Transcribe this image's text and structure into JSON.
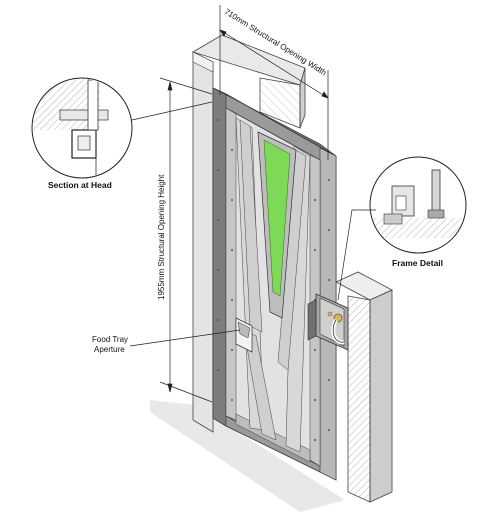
{
  "labels": {
    "width_dim": "710mm Structural Opening Width",
    "height_dim": "1955mm Structural Opening Height",
    "section_head": "Section at Head",
    "frame_detail": "Frame Detail",
    "food_tray_line1": "Food Tray",
    "food_tray_line2": "Aperture"
  },
  "colors": {
    "accent_green": "#7ed957",
    "wall_gray": "#d6d6d6",
    "frame_dark": "#8a8a8a",
    "floor": "#e6e6e6"
  }
}
